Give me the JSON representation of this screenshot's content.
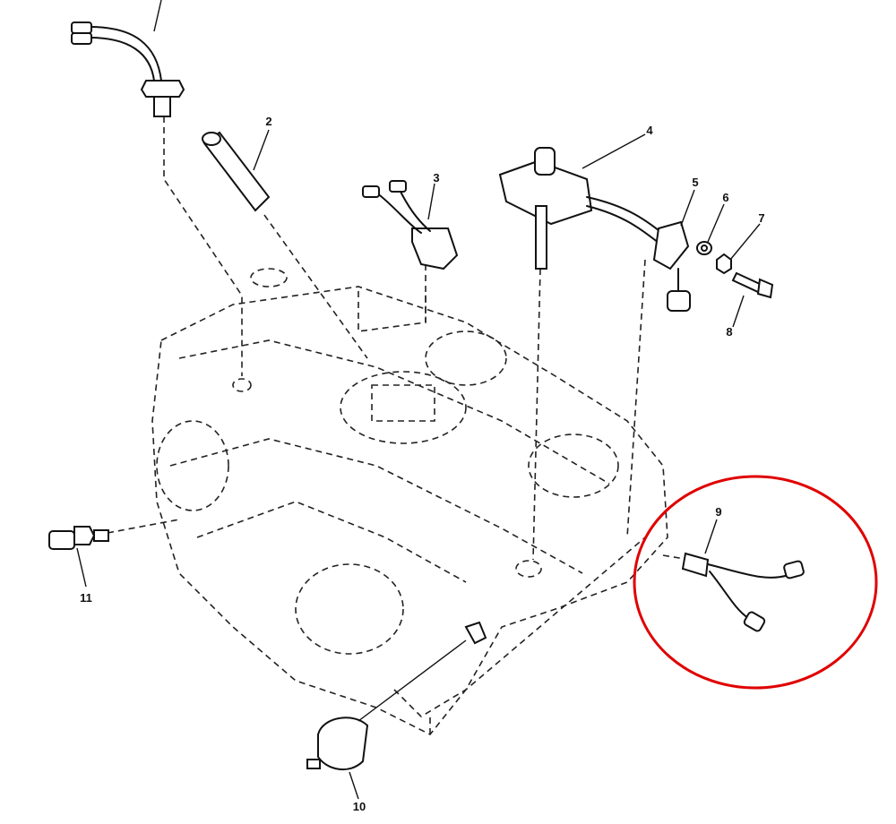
{
  "diagram": {
    "callouts": [
      "2",
      "3",
      "4",
      "5",
      "6",
      "7",
      "8",
      "9",
      "10",
      "11"
    ],
    "highlight_color": "#e00000"
  }
}
